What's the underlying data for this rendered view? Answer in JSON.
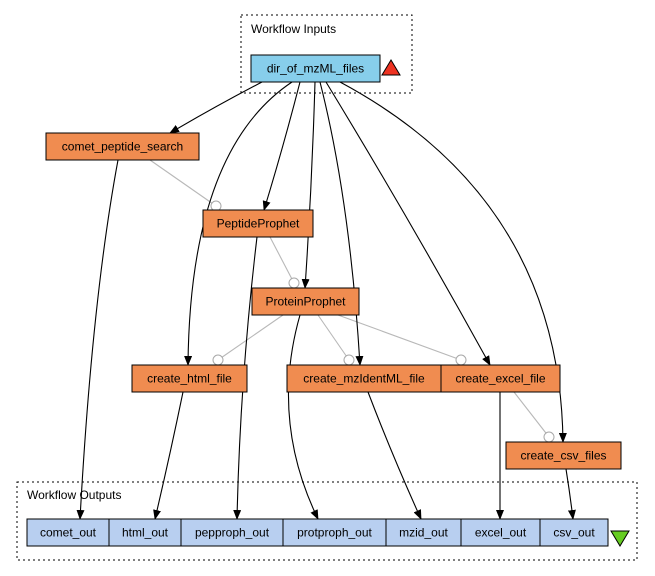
{
  "colors": {
    "input_fill": "#87ceeb",
    "processor_fill": "#f08c50",
    "output_fill": "#b8cff0",
    "input_marker": "#ee3322",
    "output_marker": "#66cc22",
    "control_link": "#b8b8b8"
  },
  "inputs_cluster": {
    "title": "Workflow Inputs"
  },
  "outputs_cluster": {
    "title": "Workflow Outputs"
  },
  "inputs": [
    {
      "id": "dir_of_mzML_files",
      "label": "dir_of_mzML_files"
    }
  ],
  "processors": [
    {
      "id": "comet_peptide_search",
      "label": "comet_peptide_search"
    },
    {
      "id": "PeptideProphet",
      "label": "PeptideProphet"
    },
    {
      "id": "ProteinProphet",
      "label": "ProteinProphet"
    },
    {
      "id": "create_html_file",
      "label": "create_html_file"
    },
    {
      "id": "create_mzIdentML_file",
      "label": "create_mzIdentML_file"
    },
    {
      "id": "create_excel_file",
      "label": "create_excel_file"
    },
    {
      "id": "create_csv_files",
      "label": "create_csv_files"
    }
  ],
  "outputs": [
    {
      "id": "comet_out",
      "label": "comet_out"
    },
    {
      "id": "html_out",
      "label": "html_out"
    },
    {
      "id": "pepproph_out",
      "label": "pepproph_out"
    },
    {
      "id": "protproph_out",
      "label": "protproph_out"
    },
    {
      "id": "mzid_out",
      "label": "mzid_out"
    },
    {
      "id": "excel_out",
      "label": "excel_out"
    },
    {
      "id": "csv_out",
      "label": "csv_out"
    }
  ],
  "data_links": [
    {
      "from": "dir_of_mzML_files",
      "to": "comet_peptide_search"
    },
    {
      "from": "dir_of_mzML_files",
      "to": "PeptideProphet"
    },
    {
      "from": "dir_of_mzML_files",
      "to": "ProteinProphet"
    },
    {
      "from": "dir_of_mzML_files",
      "to": "create_html_file"
    },
    {
      "from": "dir_of_mzML_files",
      "to": "create_mzIdentML_file"
    },
    {
      "from": "dir_of_mzML_files",
      "to": "create_excel_file"
    },
    {
      "from": "dir_of_mzML_files",
      "to": "create_csv_files"
    },
    {
      "from": "comet_peptide_search",
      "to": "comet_out"
    },
    {
      "from": "create_html_file",
      "to": "html_out"
    },
    {
      "from": "PeptideProphet",
      "to": "pepproph_out"
    },
    {
      "from": "ProteinProphet",
      "to": "protproph_out"
    },
    {
      "from": "create_mzIdentML_file",
      "to": "mzid_out"
    },
    {
      "from": "create_excel_file",
      "to": "excel_out"
    },
    {
      "from": "create_csv_files",
      "to": "csv_out"
    }
  ],
  "control_links": [
    {
      "from": "comet_peptide_search",
      "to": "PeptideProphet"
    },
    {
      "from": "PeptideProphet",
      "to": "ProteinProphet"
    },
    {
      "from": "ProteinProphet",
      "to": "create_html_file"
    },
    {
      "from": "ProteinProphet",
      "to": "create_mzIdentML_file"
    },
    {
      "from": "ProteinProphet",
      "to": "create_excel_file"
    },
    {
      "from": "create_excel_file",
      "to": "create_csv_files"
    }
  ]
}
